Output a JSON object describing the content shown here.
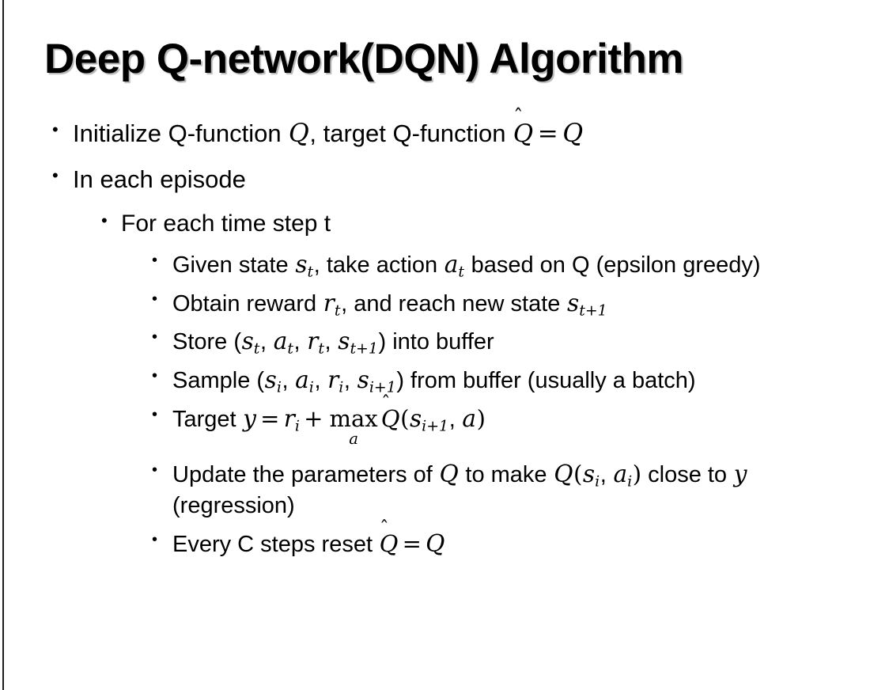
{
  "slide": {
    "title": "Deep Q-network(DQN) Algorithm",
    "background_color": "#ffffff",
    "text_color": "#000000",
    "bullets": {
      "initialize": {
        "pre": "Initialize Q-function ",
        "var_q1": "Q",
        "mid": ", target Q-function ",
        "qhat": "Q",
        "hat": "̂",
        "eq": "=",
        "var_q2": "Q"
      },
      "in_each_episode": "In each episode",
      "for_each_time_step": "For each time step t",
      "given_state": {
        "pre": "Given state ",
        "s": "s",
        "s_sub": "t",
        "mid": ", take action ",
        "a": "a",
        "a_sub": "t",
        "post": " based on Q (epsilon greedy)"
      },
      "obtain_reward": {
        "pre": "Obtain reward ",
        "r": "r",
        "r_sub": "t",
        "mid": ", and reach new state ",
        "s": "s",
        "s_sub": "t+1"
      },
      "store": {
        "pre": "Store (",
        "s1": "s",
        "s1_sub": "t",
        "sep1": ", ",
        "a1": "a",
        "a1_sub": "t",
        "sep2": ", ",
        "r1": "r",
        "r1_sub": "t",
        "sep3": ", ",
        "s2": "s",
        "s2_sub": "t+1",
        "post": ") into buffer"
      },
      "sample": {
        "pre": "Sample (",
        "s1": "s",
        "s1_sub": "i",
        "sep1": ", ",
        "a1": "a",
        "a1_sub": "i",
        "sep2": ", ",
        "r1": "r",
        "r1_sub": "i",
        "sep3": ", ",
        "s2": "s",
        "s2_sub": "i+1",
        "post": ") from buffer (usually a batch)"
      },
      "target": {
        "pre": "Target ",
        "y": "y",
        "eq": "=",
        "r": "r",
        "r_sub": "i",
        "plus": "+",
        "max": "max",
        "max_limit": "a",
        "qhat": "Q",
        "hat": "̂",
        "open": "(",
        "s": "s",
        "s_sub": "i+1",
        "comma": ", ",
        "a": "a",
        "close": ")"
      },
      "update": {
        "pre": "Update the parameters of ",
        "q1": "Q",
        "mid": " to make ",
        "q2": "Q",
        "open": "(",
        "s": "s",
        "s_sub": "i",
        "comma": ", ",
        "a": "a",
        "a_sub": "i",
        "close": ")",
        "post": " close to ",
        "y": "y",
        "tail": " (regression)"
      },
      "reset": {
        "pre": "Every C steps reset ",
        "qhat": "Q",
        "hat": "̂",
        "eq": "=",
        "q": "Q"
      }
    }
  }
}
